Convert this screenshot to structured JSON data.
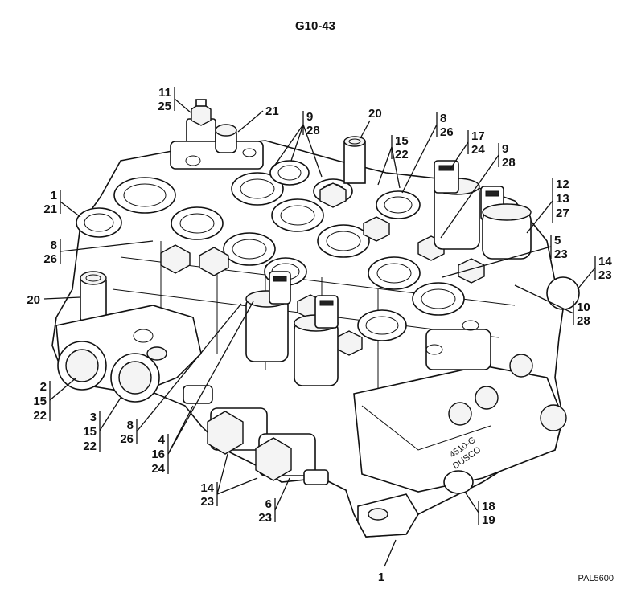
{
  "title": "G10-43",
  "code": "PAL5600",
  "casting_text": [
    "4510-G",
    "DUSCO"
  ],
  "callouts": [
    {
      "id": "c-11-25",
      "lines": [
        "11",
        "25"
      ]
    },
    {
      "id": "c-21-top",
      "lines": [
        "21"
      ]
    },
    {
      "id": "c-9-28-top",
      "lines": [
        "9",
        "28"
      ]
    },
    {
      "id": "c-20-top",
      "lines": [
        "20"
      ]
    },
    {
      "id": "c-8-26-top",
      "lines": [
        "8",
        "26"
      ]
    },
    {
      "id": "c-15-22-top",
      "lines": [
        "15",
        "22"
      ]
    },
    {
      "id": "c-17-24",
      "lines": [
        "17",
        "24"
      ]
    },
    {
      "id": "c-9-28-right",
      "lines": [
        "9",
        "28"
      ]
    },
    {
      "id": "c-12-13-27",
      "lines": [
        "12",
        "13",
        "27"
      ]
    },
    {
      "id": "c-1-21",
      "lines": [
        "1",
        "21"
      ]
    },
    {
      "id": "c-8-26-left",
      "lines": [
        "8",
        "26"
      ]
    },
    {
      "id": "c-5-23",
      "lines": [
        "5",
        "23"
      ]
    },
    {
      "id": "c-14-23-right",
      "lines": [
        "14",
        "23"
      ]
    },
    {
      "id": "c-20-left",
      "lines": [
        "20"
      ]
    },
    {
      "id": "c-10-28",
      "lines": [
        "10",
        "28"
      ]
    },
    {
      "id": "c-2-15-22",
      "lines": [
        "2",
        "15",
        "22"
      ]
    },
    {
      "id": "c-3-15-22",
      "lines": [
        "3",
        "15",
        "22"
      ]
    },
    {
      "id": "c-8-26-bottom",
      "lines": [
        "8",
        "26"
      ]
    },
    {
      "id": "c-4-16-24",
      "lines": [
        "4",
        "16",
        "24"
      ]
    },
    {
      "id": "c-14-23-bottom",
      "lines": [
        "14",
        "23"
      ]
    },
    {
      "id": "c-6-23",
      "lines": [
        "6",
        "23"
      ]
    },
    {
      "id": "c-18-19",
      "lines": [
        "18",
        "19"
      ]
    },
    {
      "id": "c-1-bottom",
      "lines": [
        "1"
      ]
    }
  ]
}
